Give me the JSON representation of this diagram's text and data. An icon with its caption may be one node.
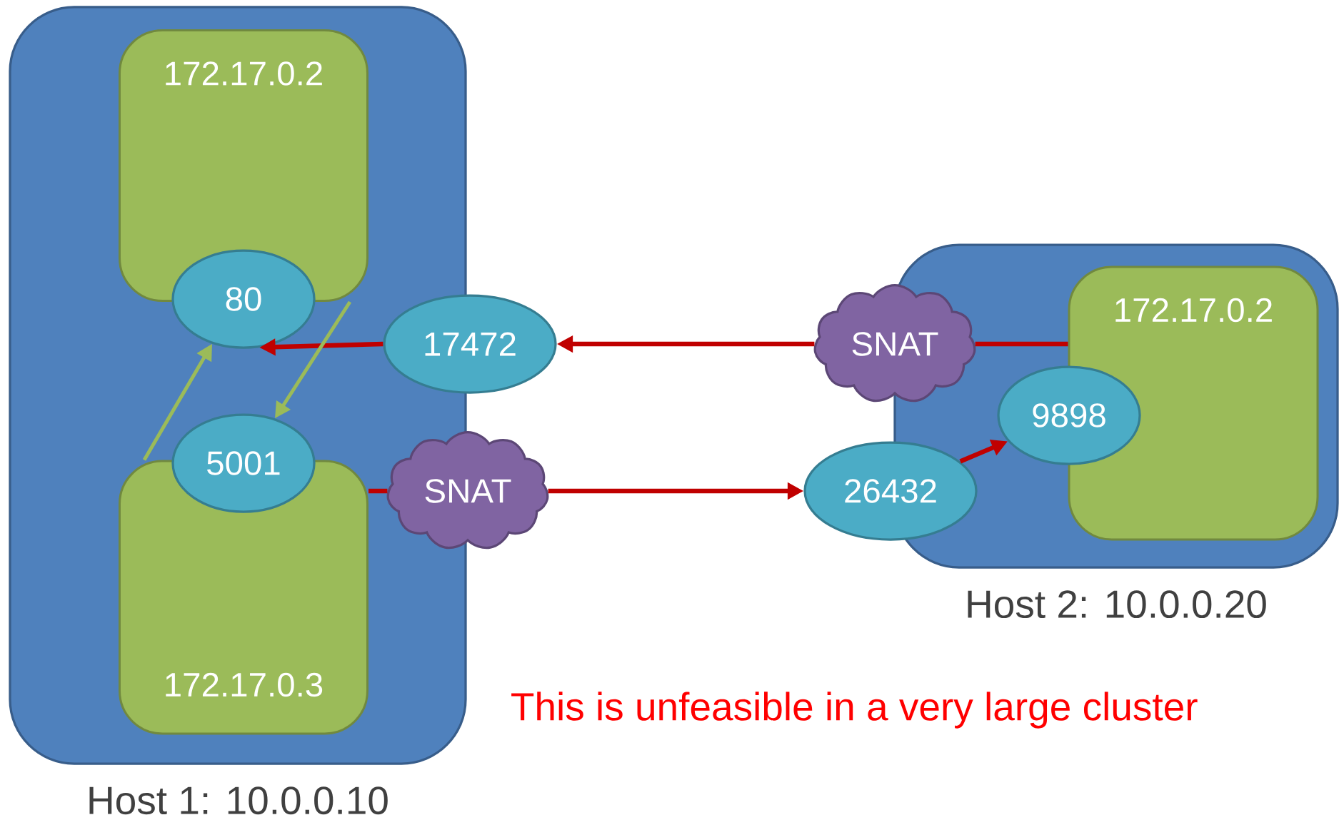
{
  "diagram": {
    "nodes": [
      {
        "text": [
          "Host 1: 10.0.0.10"
        ]
      },
      {
        "text": [
          "172.17.0.2"
        ],
        "in": 0
      },
      {
        "text": [
          "80"
        ],
        "in": 0
      },
      {
        "text": [
          "17472"
        ]
      },
      {
        "text": [
          "5001"
        ],
        "in": 0
      },
      {
        "text": [
          "172.17.0.3"
        ],
        "in": 0
      },
      {
        "text": [
          "SNAT"
        ]
      },
      {
        "text": [
          "Host 2: 10.0.0.20"
        ]
      },
      {
        "text": [
          "SNAT"
        ]
      },
      {
        "text": [
          "172.17.0.2"
        ],
        "in": 7
      },
      {
        "text": [
          "9898"
        ],
        "in": 7
      },
      {
        "text": [
          "26432"
        ]
      }
    ],
    "edges": [
      {
        "from": 3,
        "to": 2,
        "arrow": "to"
      },
      {
        "from": 1,
        "to": 4,
        "arrow": "to",
        "color": "#9bbb59"
      },
      {
        "from": 5,
        "to": 2,
        "arrow": "to",
        "color": "#9bbb59"
      },
      {
        "from": 8,
        "to": 3,
        "arrow": "to"
      },
      {
        "from": 9,
        "to": 8,
        "arrow": "none"
      },
      {
        "from": 5,
        "to": 6,
        "arrow": "none"
      },
      {
        "from": 6,
        "to": 11,
        "arrow": "to"
      },
      {
        "from": 11,
        "to": 10,
        "arrow": "to"
      }
    ],
    "labels": [
      "This is unfeasible in a very large cluster"
    ]
  }
}
